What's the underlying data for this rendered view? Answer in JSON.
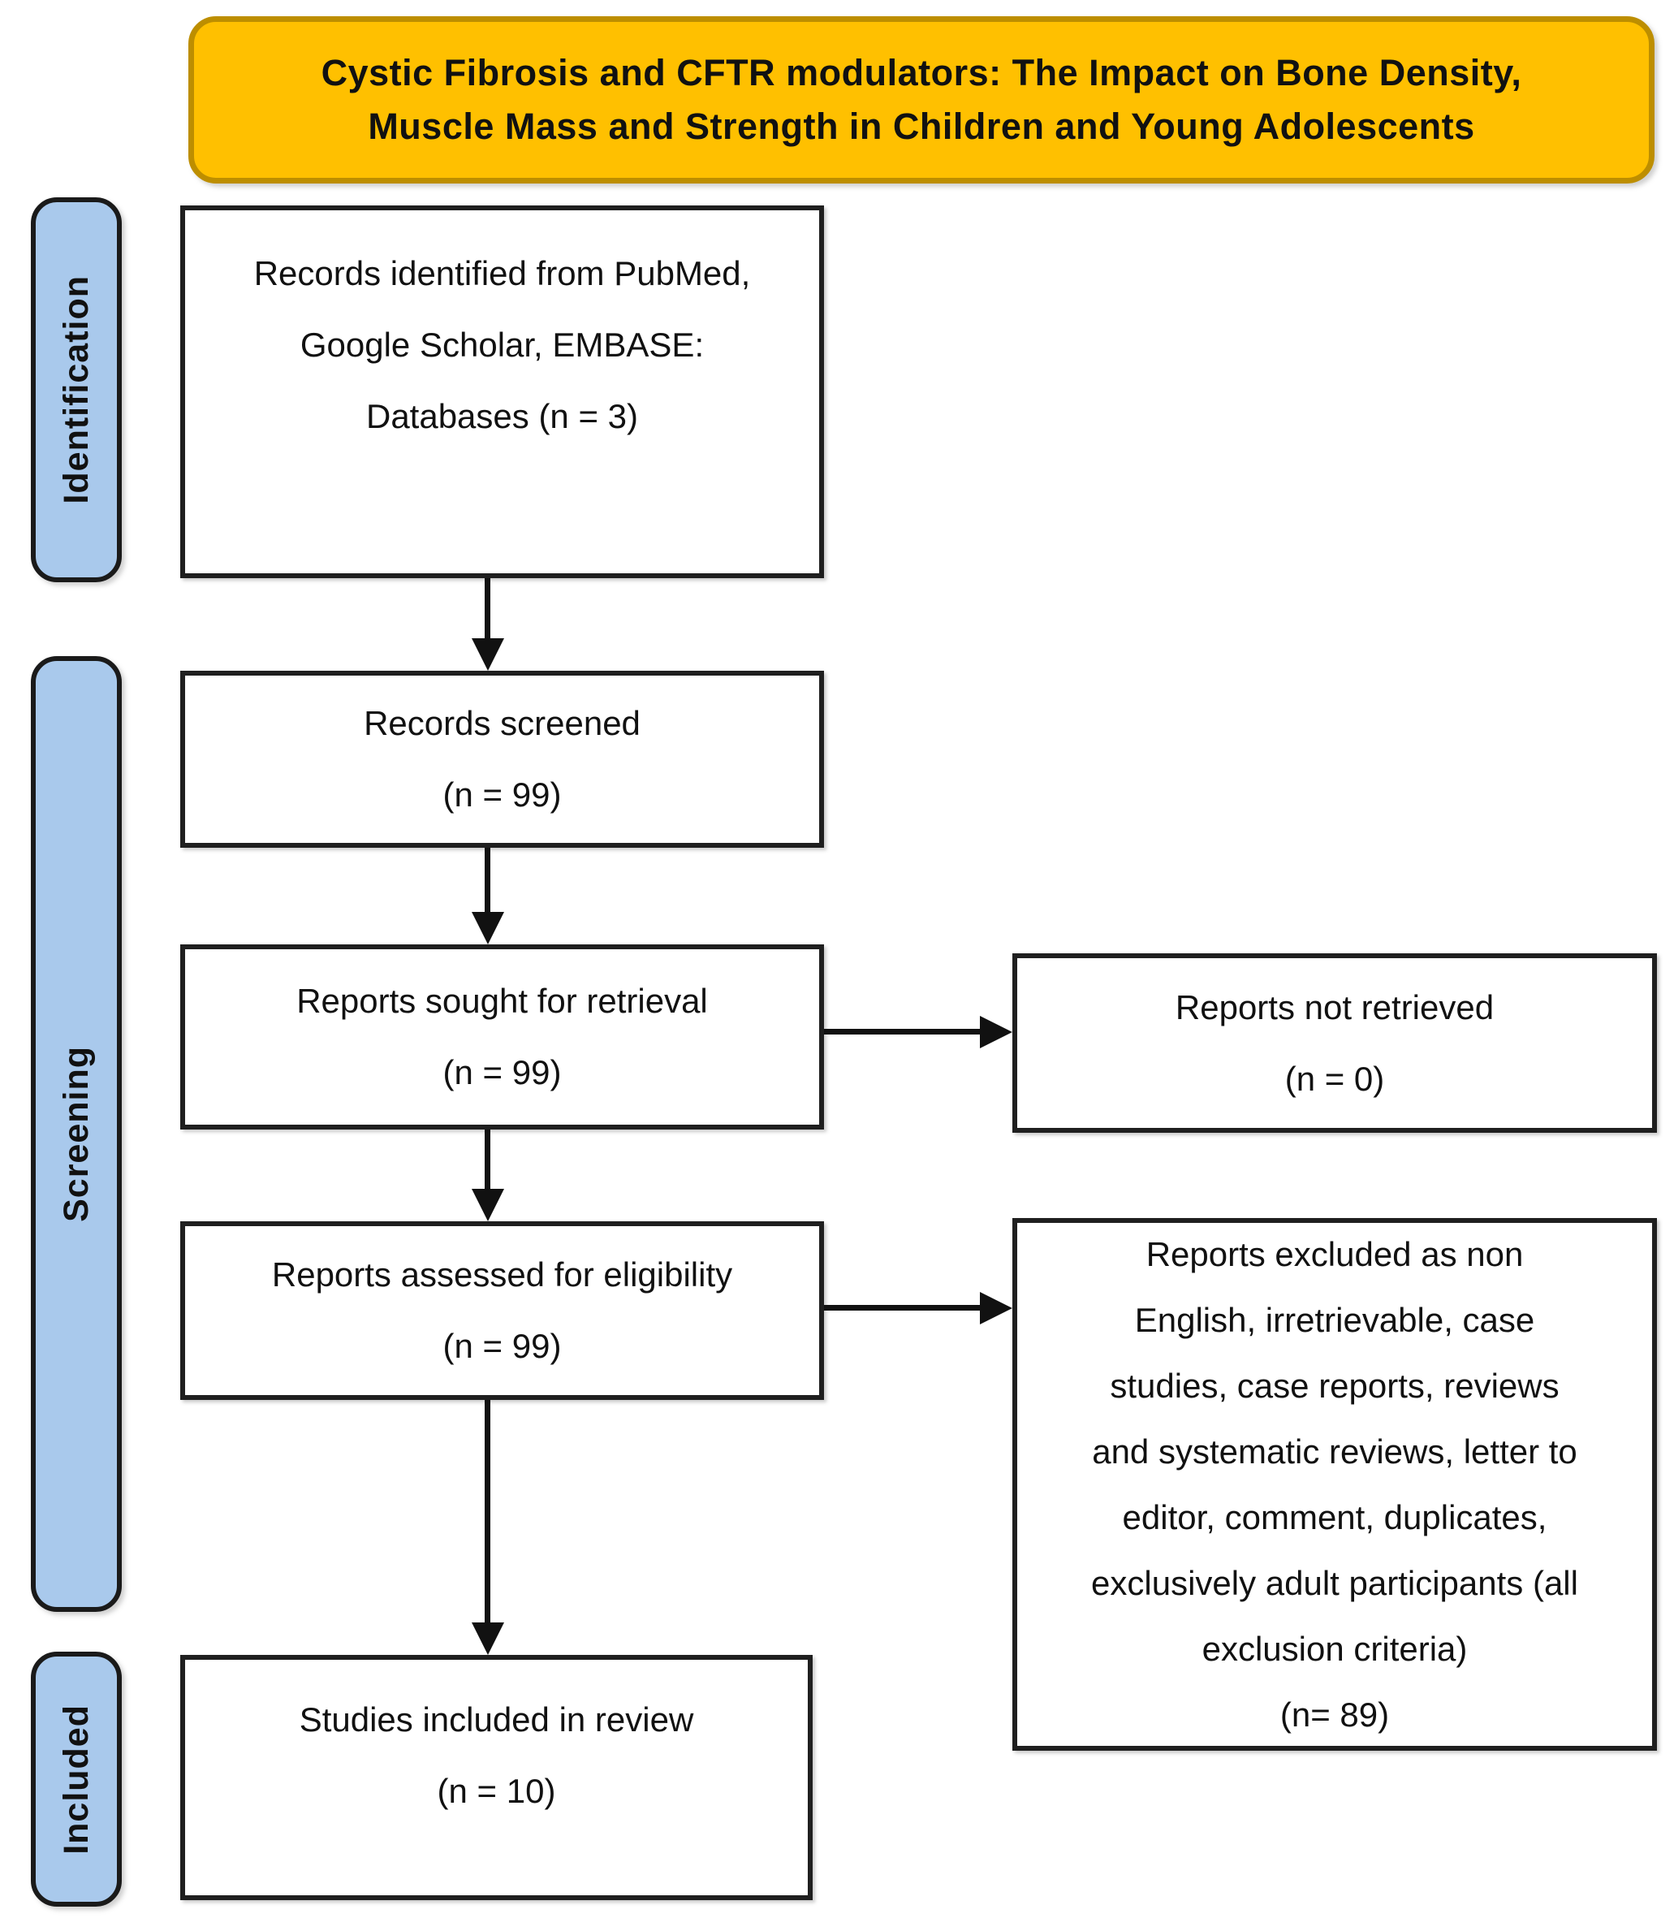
{
  "flowchart": {
    "title_lines": [
      "Cystic Fibrosis and CFTR modulators: The Impact on Bone Density,",
      "Muscle Mass and Strength in Children and Young Adolescents"
    ],
    "stage_labels": [
      "Identification",
      "Screening",
      "Included"
    ],
    "nodes": {
      "records_identified": {
        "lines": [
          "Records identified from PubMed,",
          "Google Scholar, EMBASE:",
          "Databases (n = 3)"
        ]
      },
      "records_screened": {
        "lines": [
          "Records screened",
          "(n = 99)"
        ]
      },
      "reports_sought": {
        "lines": [
          "Reports sought for retrieval",
          "(n = 99)"
        ]
      },
      "reports_not_retrieved": {
        "lines": [
          "Reports not retrieved",
          "(n = 0)"
        ]
      },
      "reports_assessed": {
        "lines": [
          "Reports assessed for eligibility",
          "(n = 99)"
        ]
      },
      "reports_excluded": {
        "lines": [
          "Reports excluded as non",
          "English, irretrievable, case",
          "studies, case reports, reviews",
          "and systematic reviews, letter to",
          "editor, comment, duplicates,",
          "exclusively adult participants (all",
          "exclusion criteria)",
          "(n= 89)"
        ]
      },
      "studies_included": {
        "lines": [
          "Studies included in review",
          "(n = 10)"
        ]
      }
    },
    "colors": {
      "title_fill": "#FFC000",
      "title_border": "#BD8E00",
      "stage_fill": "#A9C9EC",
      "box_fill": "#FFFFFF",
      "line_color": "#111111"
    }
  }
}
